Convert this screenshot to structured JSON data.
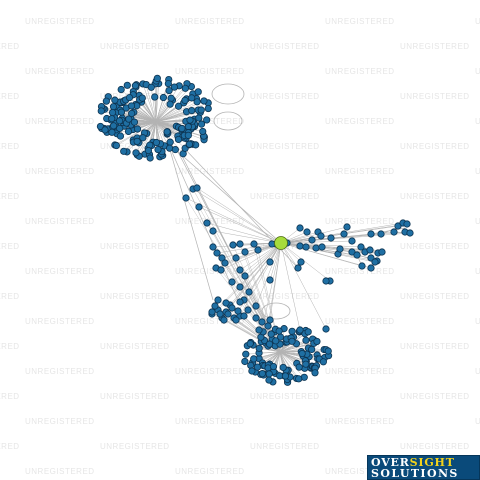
{
  "watermark": {
    "text": "UNREGISTERED"
  },
  "logo": {
    "line1_a": "OVER",
    "line1_b": "SIGHT",
    "line2": "SOLUTIONS"
  },
  "colors": {
    "node_fill": "#1f6fa3",
    "node_stroke": "#0d3350",
    "focus_node_fill": "#a6dc3c",
    "focus_node_stroke": "#4d6b12",
    "edge": "#b3b3b3",
    "watermark": "#e6e6e6",
    "logo_background": "#0a4a7a",
    "logo_accent": "#f2d21b"
  },
  "graph": {
    "node_count_estimate": 330,
    "focus_node_count": 1,
    "clusters": [
      "large-upper-cluster",
      "lower-cluster",
      "right-branch",
      "middle-chain",
      "left-middle-group"
    ]
  }
}
